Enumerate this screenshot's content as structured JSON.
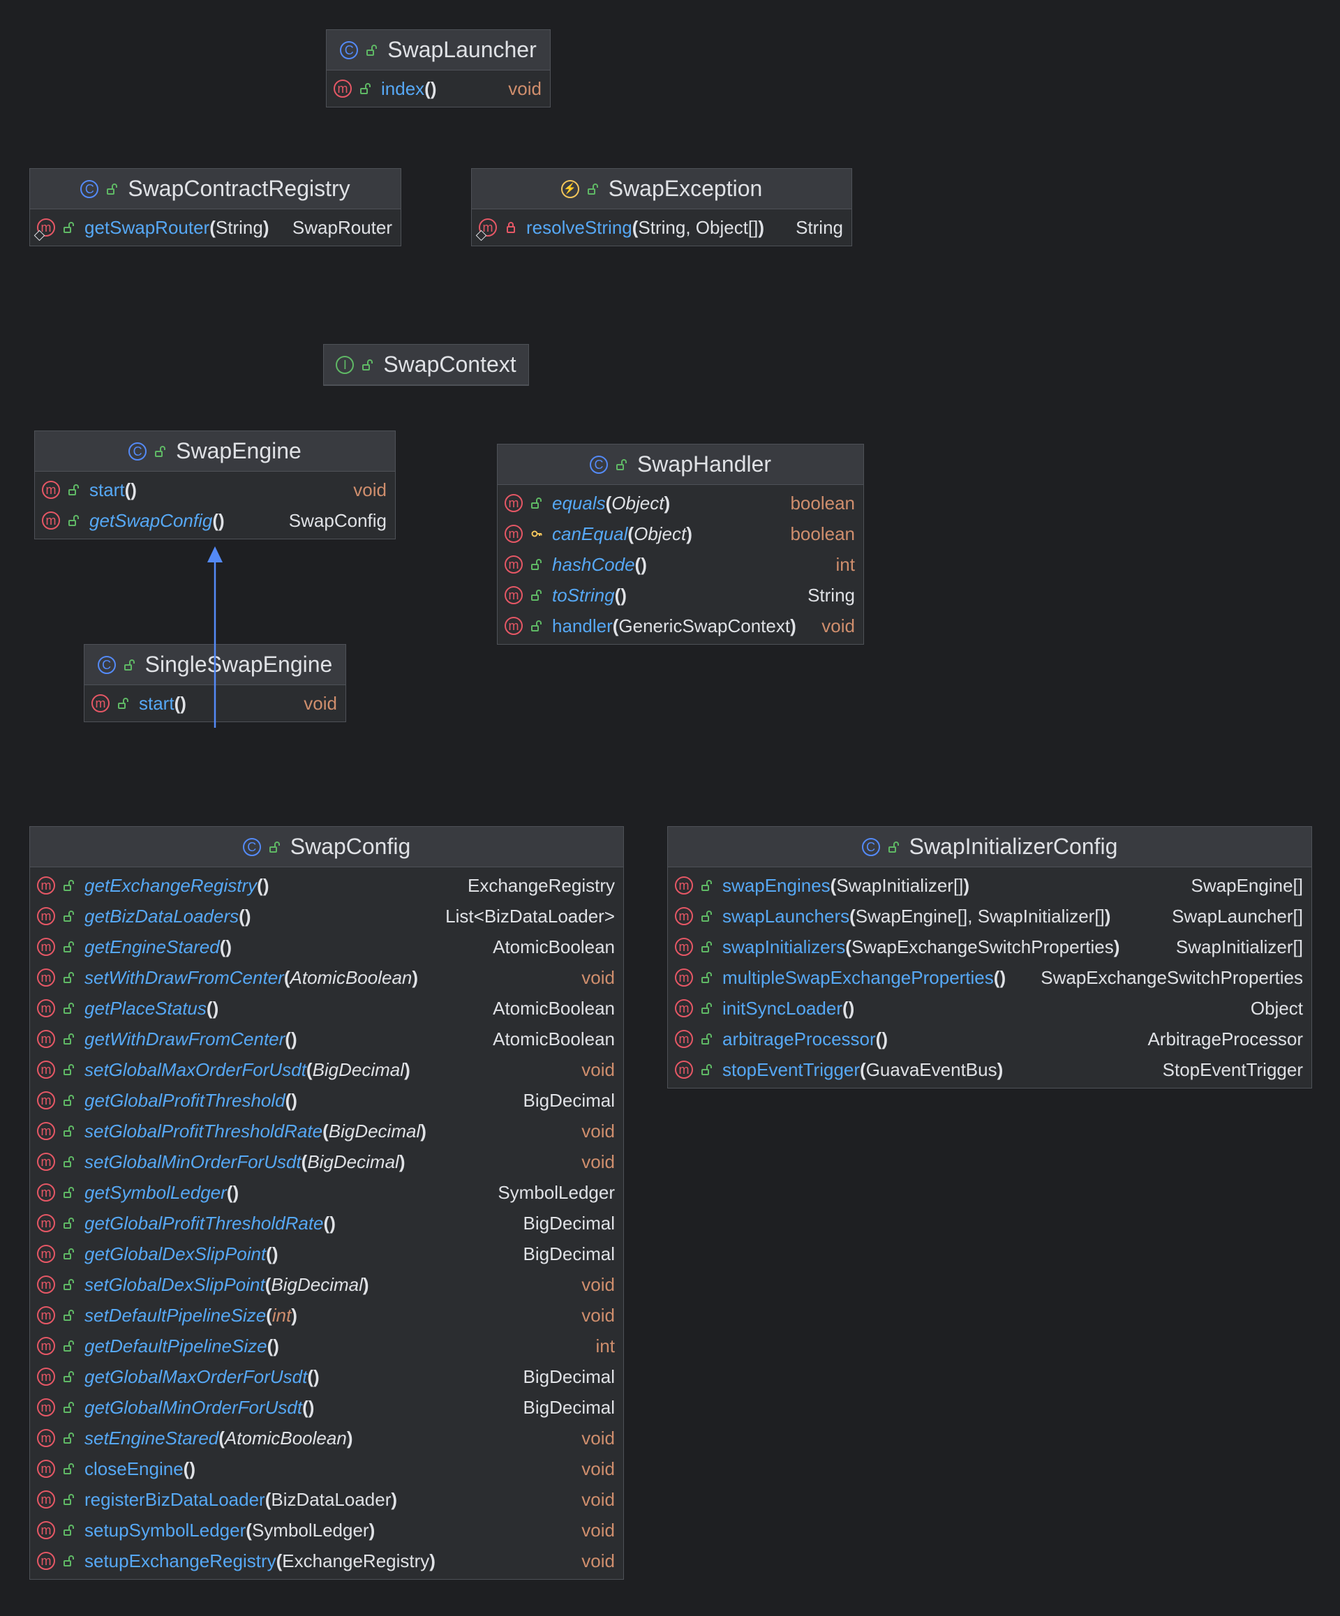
{
  "classes": [
    {
      "name": "SwapLauncher",
      "kind": "class",
      "members": [
        {
          "name": "index",
          "italic": false,
          "params": "",
          "ret": "void",
          "vis": "public"
        }
      ]
    },
    {
      "name": "SwapContractRegistry",
      "kind": "class",
      "members": [
        {
          "name": "getSwapRouter",
          "italic": false,
          "params": "String",
          "ret": "SwapRouter",
          "vis": "public",
          "override": true
        }
      ]
    },
    {
      "name": "SwapException",
      "kind": "exception",
      "members": [
        {
          "name": "resolveString",
          "italic": false,
          "params": "String, Object[]",
          "ret": "String",
          "vis": "private",
          "override": true
        }
      ]
    },
    {
      "name": "SwapContext",
      "kind": "interface",
      "members": []
    },
    {
      "name": "SwapEngine",
      "kind": "class",
      "members": [
        {
          "name": "start",
          "italic": false,
          "params": "",
          "ret": "void",
          "vis": "public"
        },
        {
          "name": "getSwapConfig",
          "italic": true,
          "params": "",
          "ret": "SwapConfig",
          "vis": "public"
        }
      ]
    },
    {
      "name": "SwapHandler",
      "kind": "class",
      "members": [
        {
          "name": "equals",
          "italic": true,
          "params": "Object",
          "ret": "boolean",
          "vis": "public"
        },
        {
          "name": "canEqual",
          "italic": true,
          "params": "Object",
          "ret": "boolean",
          "vis": "protected"
        },
        {
          "name": "hashCode",
          "italic": true,
          "params": "",
          "ret": "int",
          "vis": "public"
        },
        {
          "name": "toString",
          "italic": true,
          "params": "",
          "ret": "String",
          "vis": "public"
        },
        {
          "name": "handler",
          "italic": false,
          "params": "GenericSwapContext",
          "ret": "void",
          "vis": "public"
        }
      ]
    },
    {
      "name": "SingleSwapEngine",
      "kind": "class",
      "members": [
        {
          "name": "start",
          "italic": false,
          "params": "",
          "ret": "void",
          "vis": "public"
        }
      ]
    },
    {
      "name": "SwapConfig",
      "kind": "class",
      "members": [
        {
          "name": "getExchangeRegistry",
          "italic": true,
          "params": "",
          "ret": "ExchangeRegistry",
          "vis": "public"
        },
        {
          "name": "getBizDataLoaders",
          "italic": true,
          "params": "",
          "ret": "List<BizDataLoader>",
          "vis": "public"
        },
        {
          "name": "getEngineStared",
          "italic": true,
          "params": "",
          "ret": "AtomicBoolean",
          "vis": "public"
        },
        {
          "name": "setWithDrawFromCenter",
          "italic": true,
          "params": "AtomicBoolean",
          "ret": "void",
          "vis": "public"
        },
        {
          "name": "getPlaceStatus",
          "italic": true,
          "params": "",
          "ret": "AtomicBoolean",
          "vis": "public"
        },
        {
          "name": "getWithDrawFromCenter",
          "italic": true,
          "params": "",
          "ret": "AtomicBoolean",
          "vis": "public"
        },
        {
          "name": "setGlobalMaxOrderForUsdt",
          "italic": true,
          "params": "BigDecimal",
          "ret": "void",
          "vis": "public"
        },
        {
          "name": "getGlobalProfitThreshold",
          "italic": true,
          "params": "",
          "ret": "BigDecimal",
          "vis": "public"
        },
        {
          "name": "setGlobalProfitThresholdRate",
          "italic": true,
          "params": "BigDecimal",
          "ret": "void",
          "vis": "public"
        },
        {
          "name": "setGlobalMinOrderForUsdt",
          "italic": true,
          "params": "BigDecimal",
          "ret": "void",
          "vis": "public"
        },
        {
          "name": "getSymbolLedger",
          "italic": true,
          "params": "",
          "ret": "SymbolLedger",
          "vis": "public"
        },
        {
          "name": "getGlobalProfitThresholdRate",
          "italic": true,
          "params": "",
          "ret": "BigDecimal",
          "vis": "public"
        },
        {
          "name": "getGlobalDexSlipPoint",
          "italic": true,
          "params": "",
          "ret": "BigDecimal",
          "vis": "public"
        },
        {
          "name": "setGlobalDexSlipPoint",
          "italic": true,
          "params": "BigDecimal",
          "ret": "void",
          "vis": "public"
        },
        {
          "name": "setDefaultPipelineSize",
          "italic": true,
          "params": "int",
          "ret": "void",
          "vis": "public"
        },
        {
          "name": "getDefaultPipelineSize",
          "italic": true,
          "params": "",
          "ret": "int",
          "vis": "public"
        },
        {
          "name": "getGlobalMaxOrderForUsdt",
          "italic": true,
          "params": "",
          "ret": "BigDecimal",
          "vis": "public"
        },
        {
          "name": "getGlobalMinOrderForUsdt",
          "italic": true,
          "params": "",
          "ret": "BigDecimal",
          "vis": "public"
        },
        {
          "name": "setEngineStared",
          "italic": true,
          "params": "AtomicBoolean",
          "ret": "void",
          "vis": "public"
        },
        {
          "name": "closeEngine",
          "italic": false,
          "params": "",
          "ret": "void",
          "vis": "public"
        },
        {
          "name": "registerBizDataLoader",
          "italic": false,
          "params": "BizDataLoader",
          "ret": "void",
          "vis": "public"
        },
        {
          "name": "setupSymbolLedger",
          "italic": false,
          "params": "SymbolLedger",
          "ret": "void",
          "vis": "public"
        },
        {
          "name": "setupExchangeRegistry",
          "italic": false,
          "params": "ExchangeRegistry",
          "ret": "void",
          "vis": "public"
        }
      ]
    },
    {
      "name": "SwapInitializerConfig",
      "kind": "class",
      "members": [
        {
          "name": "swapEngines",
          "italic": false,
          "params": "SwapInitializer[]",
          "ret": "SwapEngine[]",
          "vis": "public"
        },
        {
          "name": "swapLaunchers",
          "italic": false,
          "params": "SwapEngine[], SwapInitializer[]",
          "ret": "SwapLauncher[]",
          "vis": "public"
        },
        {
          "name": "swapInitializers",
          "italic": false,
          "params": "SwapExchangeSwitchProperties",
          "ret": "SwapInitializer[]",
          "vis": "public"
        },
        {
          "name": "multipleSwapExchangeProperties",
          "italic": false,
          "params": "",
          "ret": "SwapExchangeSwitchProperties",
          "vis": "public"
        },
        {
          "name": "initSyncLoader",
          "italic": false,
          "params": "",
          "ret": "Object",
          "vis": "public"
        },
        {
          "name": "arbitrageProcessor",
          "italic": false,
          "params": "",
          "ret": "ArbitrageProcessor",
          "vis": "public"
        },
        {
          "name": "stopEventTrigger",
          "italic": false,
          "params": "GuavaEventBus",
          "ret": "StopEventTrigger",
          "vis": "public"
        }
      ]
    }
  ],
  "relations": [
    {
      "type": "extends",
      "from": "SingleSwapEngine",
      "to": "SwapEngine"
    }
  ]
}
